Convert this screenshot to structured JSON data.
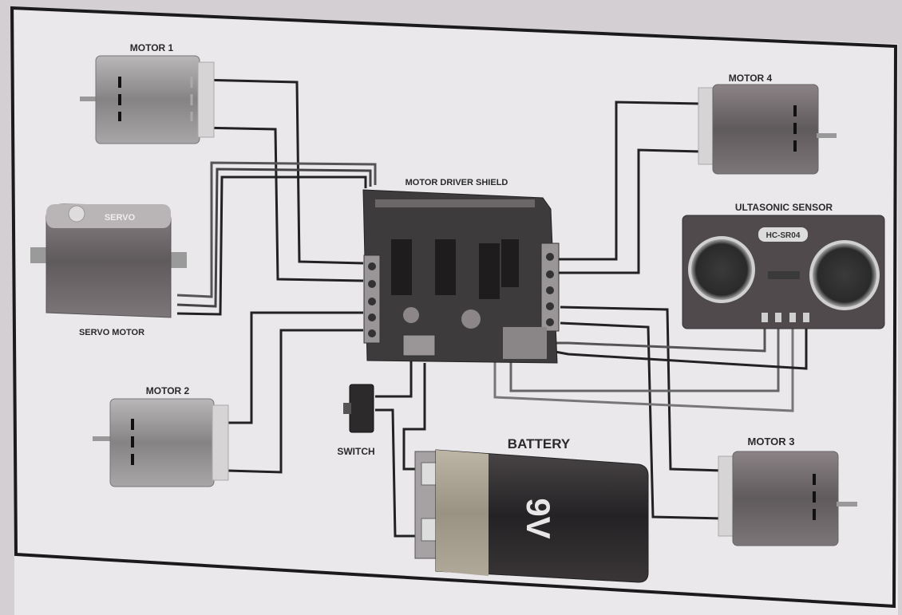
{
  "diagram": {
    "labels": {
      "motor1": "MOTOR 1",
      "motor2": "MOTOR 2",
      "motor3": "MOTOR 3",
      "motor4": "MOTOR 4",
      "servo": "SERVO MOTOR",
      "shield": "MOTOR DRIVER SHIELD",
      "sensor": "ULTASONIC SENSOR",
      "sensor_chip": "HC-SR04",
      "switch": "SWITCH",
      "battery": "BATTERY",
      "battery_voltage": "9V",
      "servo_brand": "SERVO"
    },
    "colors": {
      "paper": "#ebe8ec",
      "border": "#1b1b1b",
      "wire": "#222222",
      "board": "#3c3c3c",
      "motor_body": "#8a8a8a",
      "battery_body": "#2e2e2e",
      "battery_band": "#a39c8c",
      "sensor_board": "#4a4a4a"
    }
  }
}
